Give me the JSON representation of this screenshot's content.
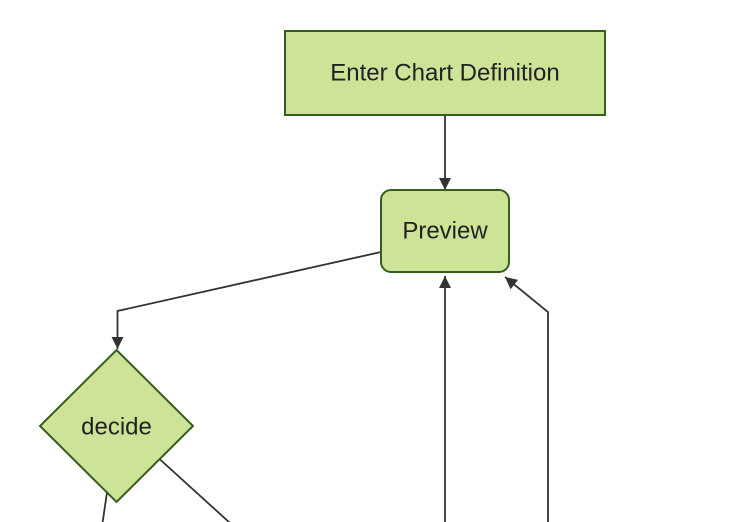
{
  "diagram": {
    "kind": "flowchart",
    "orientation": "top-down",
    "background": "#ffffff",
    "colors": {
      "background": "#ffffff",
      "node_fill": "#cde498",
      "node_border": "#365f1e",
      "edge": "#333333",
      "label": "#222222"
    },
    "nodes": [
      {
        "id": "enter-chart-definition",
        "shape": "rectangle",
        "label": "Enter Chart Definition"
      },
      {
        "id": "preview",
        "shape": "rounded-rectangle",
        "label": "Preview"
      },
      {
        "id": "decide",
        "shape": "diamond",
        "label": "decide"
      }
    ],
    "edges": [
      {
        "from": "enter-chart-definition",
        "to": "preview",
        "arrow": true
      },
      {
        "from": "preview",
        "to": "decide",
        "arrow": true
      },
      {
        "from": "decide",
        "to": "offscreen-bottom-left",
        "arrow": false
      },
      {
        "from": "decide",
        "to": "offscreen-bottom-right",
        "arrow": false
      },
      {
        "from": "offscreen-bottom-center",
        "to": "preview",
        "arrow": true
      },
      {
        "from": "offscreen-bottom-right-column",
        "to": "preview",
        "arrow": true
      }
    ]
  }
}
